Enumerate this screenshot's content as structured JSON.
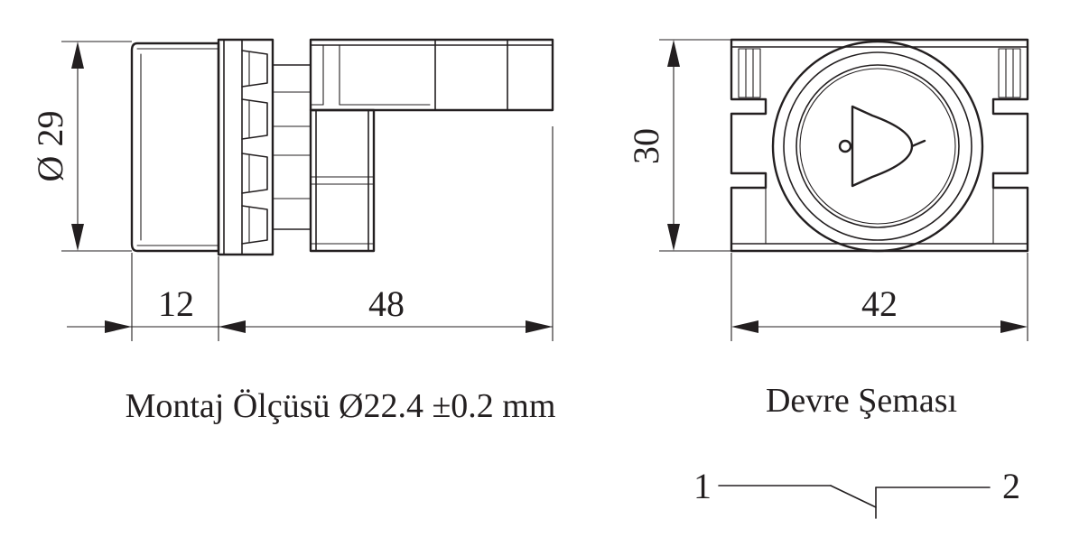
{
  "dimensions": {
    "diameter": "Ø 29",
    "depth_front": "12",
    "depth_body": "48",
    "height": "30",
    "width": "42"
  },
  "captions": {
    "mounting": "Montaj Ölçüsü Ø22.4 ±0.2 mm",
    "circuit": "Devre Şeması"
  },
  "circuit": {
    "terminal_1": "1",
    "terminal_2": "2"
  },
  "icons": {
    "front_view_symbol": "bell-icon"
  }
}
